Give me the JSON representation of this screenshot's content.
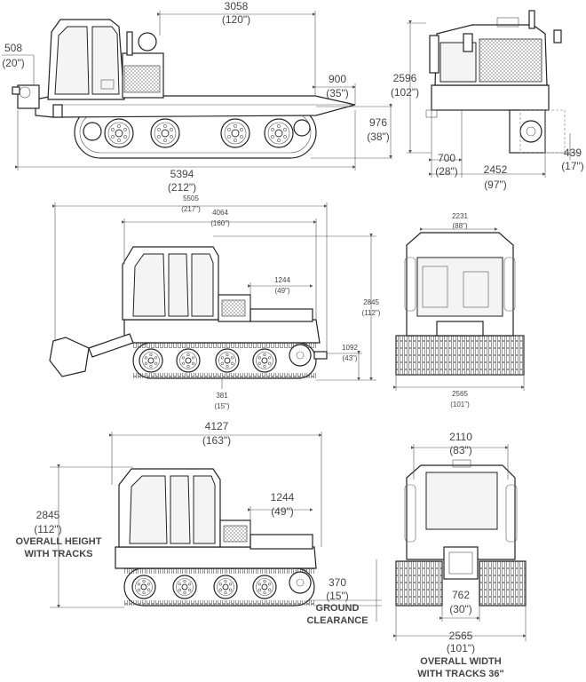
{
  "top_side": {
    "length_upper": "3058",
    "length_upper_in": "(120\")",
    "front_overhang": "508",
    "front_overhang_in": "(20\")",
    "rear_overhang": "900",
    "rear_overhang_in": "(35\")",
    "track_height": "976",
    "track_height_in": "(38\")",
    "overall_length": "5394",
    "overall_length_in": "(212\")"
  },
  "top_rear": {
    "height": "2596",
    "height_in": "(102\")",
    "track_gap": "700",
    "track_gap_in": "(28\")",
    "width": "2452",
    "width_in": "(97\")",
    "lower": "439",
    "lower_in": "(17\")"
  },
  "mid_side": {
    "length": "5505",
    "length_in": "(217\")",
    "body_length": "4064",
    "body_length_in": "(160\")",
    "bed": "1244",
    "bed_in": "(49\")",
    "height": "2845",
    "height_in": "(112\")",
    "hitch": "1092",
    "hitch_in": "(43\")",
    "clearance": "381",
    "clearance_in": "(15\")"
  },
  "mid_front": {
    "top_width": "2231",
    "top_width_in": "(88\")",
    "width": "2565",
    "width_in": "(101\")"
  },
  "bottom_side": {
    "length": "4127",
    "length_in": "(163\")",
    "bed": "1244",
    "bed_in": "(49\")",
    "height": "2845",
    "height_in": "(112\")",
    "height_label_1": "OVERALL HEIGHT",
    "height_label_2": "WITH TRACKS",
    "clearance": "370",
    "clearance_in": "(15\")",
    "clearance_label_1": "GROUND",
    "clearance_label_2": "CLEARANCE"
  },
  "bottom_front": {
    "top_width": "2110",
    "top_width_in": "(83\")",
    "gap": "762",
    "gap_in": "(30\")",
    "width": "2565",
    "width_in": "(101\")",
    "width_label_1": "OVERALL WIDTH",
    "width_label_2": "WITH TRACKS 36\""
  }
}
